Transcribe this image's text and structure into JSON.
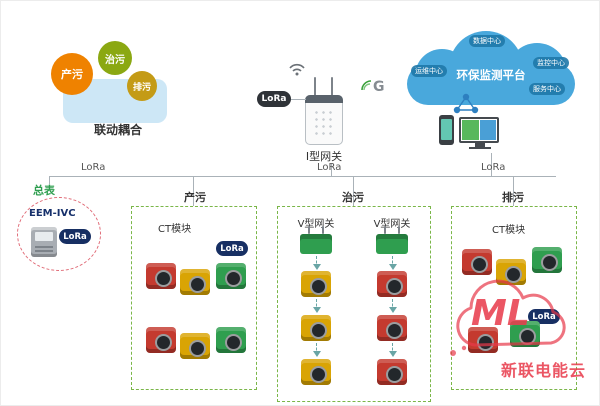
{
  "colors": {
    "module_red": "#c43a2f",
    "module_yellow": "#d9a404",
    "module_green": "#2f9e4f",
    "zone_border": "#7ab648",
    "cloud_blue": "#49a8dc",
    "lora_badge_navy": "#172f63",
    "watermark_red": "#e8394a"
  },
  "gears": {
    "labels": [
      "产污",
      "治污",
      "排污"
    ],
    "caption": "联动耦合"
  },
  "gateway": {
    "label": "I型网关",
    "lora_badge": "LoRa",
    "signal_label": "G"
  },
  "cloud": {
    "title": "环保监测平台",
    "nodes": [
      "数据中心",
      "运维中心",
      "监控中心",
      "服务中心"
    ]
  },
  "bus": {
    "lora_labels": [
      "LoRa",
      "LoRa",
      "LoRa"
    ]
  },
  "meter": {
    "label": "总表",
    "device": "EEM-IVC",
    "lora_badge": "LoRa"
  },
  "zones": [
    {
      "title": "产污",
      "module_label": "CT模块",
      "lora_badge": "LoRa"
    },
    {
      "title": "治污",
      "gateway_labels": [
        "V型网关",
        "V型网关"
      ]
    },
    {
      "title": "排污",
      "module_label": "CT模块",
      "lora_badge": "LoRa"
    }
  ],
  "watermark": {
    "logo": "ML",
    "brand": "新联电能云"
  }
}
